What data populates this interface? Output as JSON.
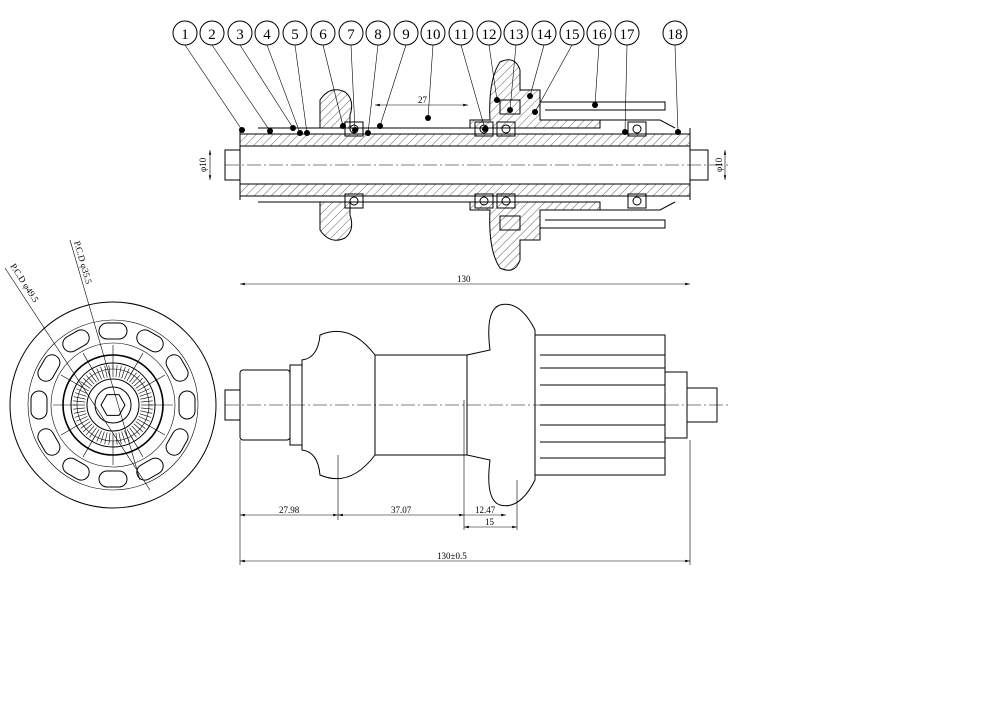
{
  "part_labels": [
    "1",
    "2",
    "3",
    "4",
    "5",
    "6",
    "7",
    "8",
    "9",
    "10",
    "11",
    "12",
    "13",
    "14",
    "15",
    "16",
    "17",
    "18"
  ],
  "section_view": {
    "dim_inner": "27",
    "dim_overall": "130",
    "dia_left": "φ10",
    "dia_right": "φ10"
  },
  "end_view": {
    "pcd_outer": "P.C.D φ49.5",
    "pcd_inner": "P.C.D φ35.5"
  },
  "side_view": {
    "dim_left_flange": "27.98",
    "dim_flange_spacing": "37.07",
    "dim_right_offset": "12.47",
    "dim_right_flange": "15",
    "dim_overall": "130±0.5"
  }
}
